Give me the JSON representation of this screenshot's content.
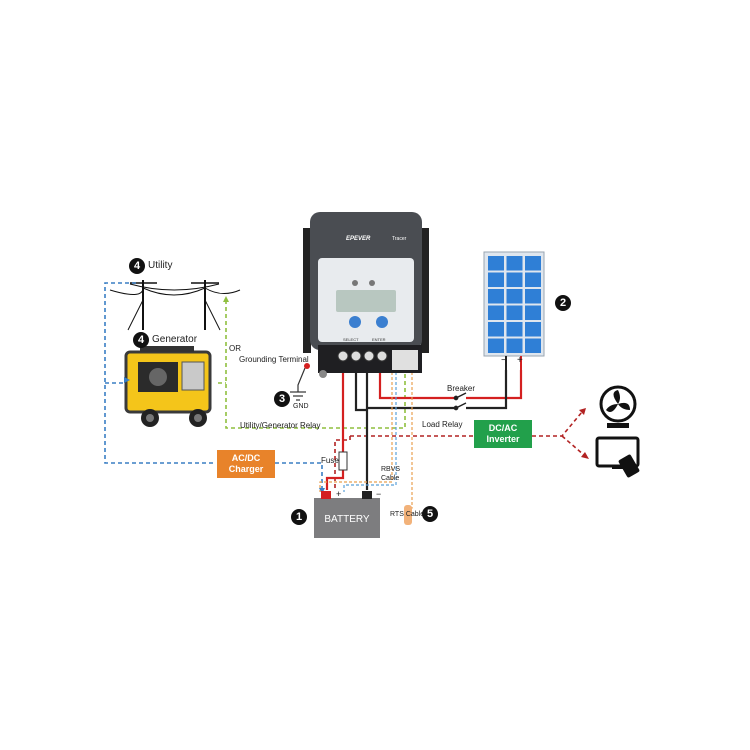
{
  "components": {
    "controller": {
      "brand": "EPEVER",
      "model": "Tracer",
      "select_label": "SELECT",
      "enter_label": "ENTER"
    },
    "battery": {
      "label": "BATTERY",
      "number": "1",
      "plus": "+",
      "minus": "−"
    },
    "solar_panel": {
      "number": "2",
      "minus": "−",
      "plus": "+"
    },
    "ground": {
      "number": "3",
      "label": "GND"
    },
    "utility": {
      "number": "4",
      "label": "Utility"
    },
    "generator": {
      "number": "4",
      "label": "Generator"
    },
    "rts": {
      "number": "5",
      "label": "RTS Cable"
    },
    "charger": {
      "line1": "AC/DC",
      "line2": "Charger"
    },
    "inverter": {
      "line1": "DC/AC",
      "line2": "Inverter"
    }
  },
  "labels": {
    "or": "OR",
    "grounding_terminal": "Grounding Terminal",
    "breaker": "Breaker",
    "load_relay": "Load Relay",
    "relay": "Utility/Generator Relay",
    "fuse": "Fuse",
    "rbvs_line1": "RBVS",
    "rbvs_line2": "Cable"
  },
  "colors": {
    "inverter": "#22a04b",
    "charger": "#e8832a",
    "utility_line": "#3a7fc4",
    "relay_line": "#8fbf3f",
    "load_line": "#b22222",
    "positive_wire": "#d42020",
    "negative_wire": "#222222",
    "panel_cell": "#2f7fd6",
    "controller_body": "#4a4d52"
  }
}
